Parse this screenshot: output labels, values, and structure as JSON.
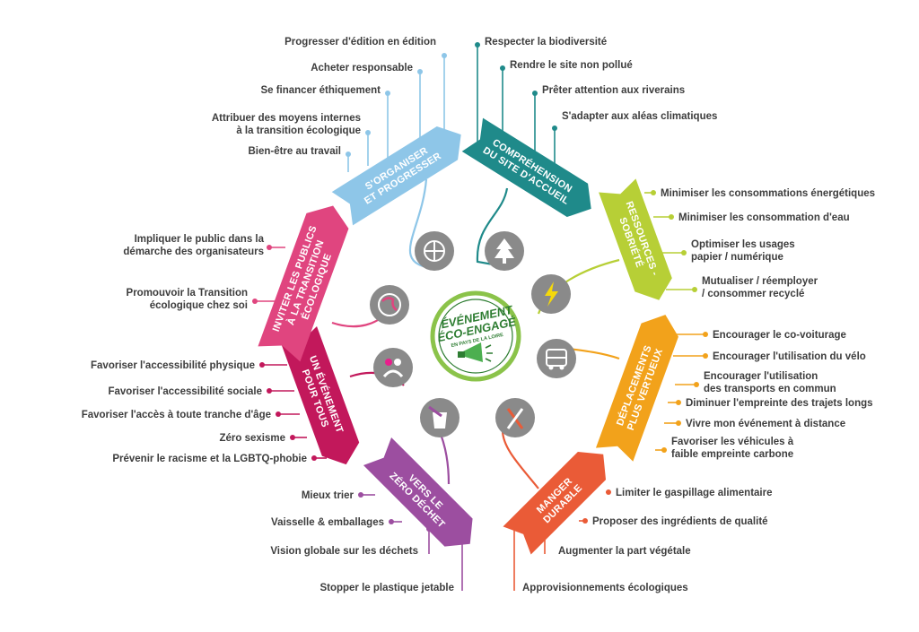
{
  "logo": {
    "line1": "ÉVÉNEMENT",
    "line2": "ÉCO-ENGAGÉ",
    "line3": "EN PAYS DE LA LOIRE"
  },
  "sections": [
    {
      "id": "organiser",
      "title_lines": [
        "S'ORGANISER",
        "ET PROGRESSER"
      ],
      "color": "#8ec6e8",
      "icon": "compass-globe-icon",
      "items": [
        "Progresser d'édition en édition",
        "Acheter responsable",
        "Se financer éthiquement",
        "Attribuer des moyens internes à la transition écologique",
        "Bien-être au travail"
      ]
    },
    {
      "id": "comprehension",
      "title_lines": [
        "COMPRÉHENSION",
        "DU SITE D'ACCUEIL"
      ],
      "color": "#1f8a8a",
      "icon": "pine-tree-icon",
      "items": [
        "Respecter la biodiversité",
        "Rendre le site non pollué",
        "Prêter attention aux riverains",
        "S'adapter aux aléas climatiques"
      ]
    },
    {
      "id": "ressources",
      "title_lines": [
        "RESSOURCES -",
        "SOBRIÉTÉ"
      ],
      "color": "#b7cf36",
      "icon": "lightning-icon",
      "items": [
        "Minimiser les consommations énergétiques",
        "Minimiser les consommation d'eau",
        "Optimiser les usages papier / numérique",
        "Mutualiser / réemployer / consommer recyclé"
      ]
    },
    {
      "id": "deplacements",
      "title_lines": [
        "DÉPLACEMENTS",
        "PLUS VERTUEUX"
      ],
      "color": "#f2a21b",
      "icon": "bus-icon",
      "items": [
        "Encourager le co-voiturage",
        "Encourager l'utilisation du vélo",
        "Encourager l'utilisation des transports en commun",
        "Diminuer l'empreinte des trajets longs",
        "Vivre mon événement à distance",
        "Favoriser les véhicules à faible empreinte carbone"
      ]
    },
    {
      "id": "manger",
      "title_lines": [
        "MANGER",
        "DURABLE"
      ],
      "color": "#ea5b37",
      "icon": "fork-knife-icon",
      "items": [
        "Limiter le gaspillage alimentaire",
        "Proposer des ingrédients de qualité",
        "Augmenter la part végétale",
        "Approvisionnements écologiques"
      ]
    },
    {
      "id": "dechet",
      "title_lines": [
        "VERS LE",
        "ZÉRO DÉCHET"
      ],
      "color": "#9c4ea0",
      "icon": "recycle-cup-icon",
      "items": [
        "Mieux trier",
        "Vaisselle & emballages",
        "Vision globale sur les déchets",
        "Stopper le plastique jetable"
      ]
    },
    {
      "id": "pourtous",
      "title_lines": [
        "UN ÉVÉNEMENT",
        "POUR TOUS"
      ],
      "color": "#c2185b",
      "icon": "inclusion-icon",
      "items": [
        "Favoriser l'accessibilité physique",
        "Favoriser l'accessibilité sociale",
        "Favoriser l'accès à toute tranche d'âge",
        "Zéro sexisme",
        "Prévenir le racisme et la LGBTQ-phobie"
      ]
    },
    {
      "id": "inviter",
      "title_lines": [
        "INVITER LES PUBLICS",
        "À LA TRANSITION",
        "ÉCOLOGIQUE"
      ],
      "color": "#e0457f",
      "icon": "earth-icon",
      "items": [
        "Impliquer le public dans la démarche des organisateurs",
        "Promouvoir la Transition écologique chez soi"
      ]
    }
  ]
}
